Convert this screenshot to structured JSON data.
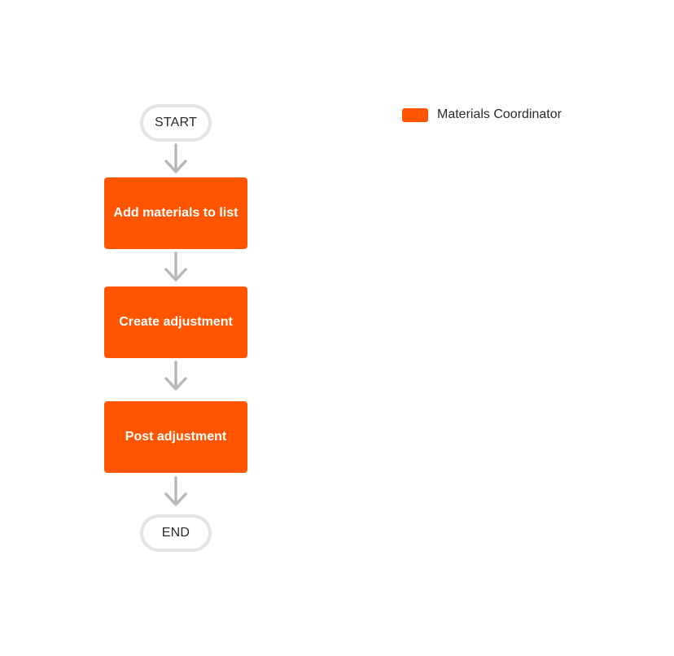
{
  "colors": {
    "role_accent": "#ff5500",
    "arrow": "#b8b8b8",
    "terminal_border": "#e4e4e4"
  },
  "flow": {
    "start_label": "START",
    "end_label": "END",
    "steps": [
      {
        "label": "Add materials to list",
        "role": "Materials Coordinator"
      },
      {
        "label": "Create adjustment",
        "role": "Materials Coordinator"
      },
      {
        "label": "Post adjustment",
        "role": "Materials Coordinator"
      }
    ]
  },
  "legend": {
    "items": [
      {
        "label": "Materials Coordinator",
        "color": "#ff5500"
      }
    ]
  }
}
